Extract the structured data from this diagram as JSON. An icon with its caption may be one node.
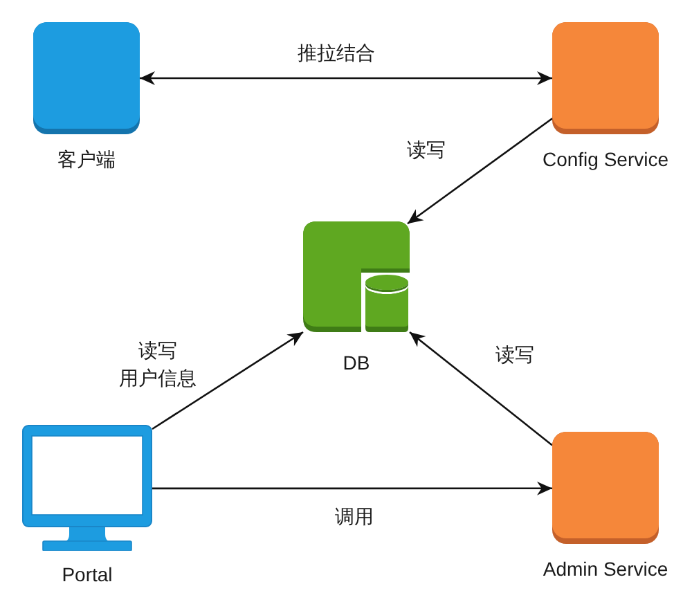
{
  "diagram": {
    "nodes": [
      {
        "text": [
          "客户端"
        ]
      },
      {
        "text": [
          "Config Service"
        ]
      },
      {
        "text": [
          "DB"
        ]
      },
      {
        "text": [
          "Portal"
        ]
      },
      {
        "text": [
          "Admin Service"
        ]
      }
    ],
    "edges": [
      {
        "from": 0,
        "to": 1,
        "arrow": "both",
        "label": "推拉结合"
      },
      {
        "from": 1,
        "to": 2,
        "arrow": "to",
        "label": "读写"
      },
      {
        "from": 3,
        "to": 2,
        "arrow": "to",
        "label": "读写用户信息"
      },
      {
        "from": 4,
        "to": 2,
        "arrow": "to",
        "label": "读写"
      },
      {
        "from": 3,
        "to": 4,
        "arrow": "to",
        "label": "调用"
      }
    ]
  }
}
